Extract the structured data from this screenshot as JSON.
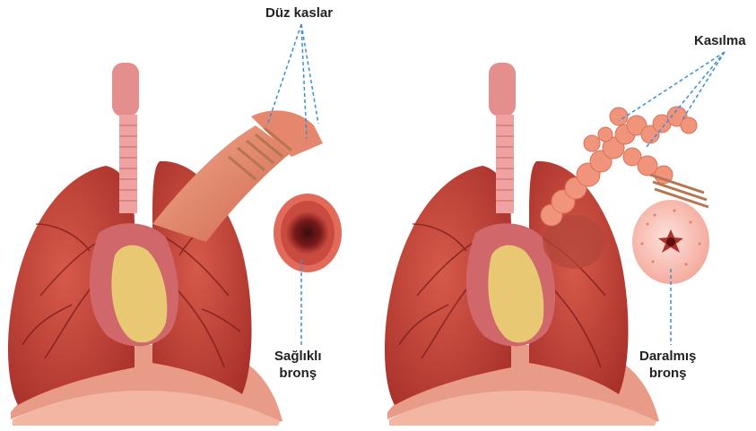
{
  "labels": {
    "smooth_muscle": "Düz kaslar",
    "healthy_line1": "Sağlıklı",
    "healthy_line2": "bronş",
    "contraction": "Kasılma",
    "narrowed_line1": "Daralmış",
    "narrowed_line2": "bronş"
  },
  "colors": {
    "lung": "#c9473a",
    "lung_dark": "#a8302a",
    "vessel": "#7a1a1a",
    "heart": "#d0676a",
    "fat": "#e9c874",
    "diaphragm": "#e89b86",
    "trachea": "#e58e8e",
    "muscle_band": "#b7754f",
    "leader_line": "#3a8fd0"
  },
  "icons": {
    "healthy_lung": "lungs-healthy-illustration",
    "asthma_lung": "lungs-asthma-illustration"
  }
}
